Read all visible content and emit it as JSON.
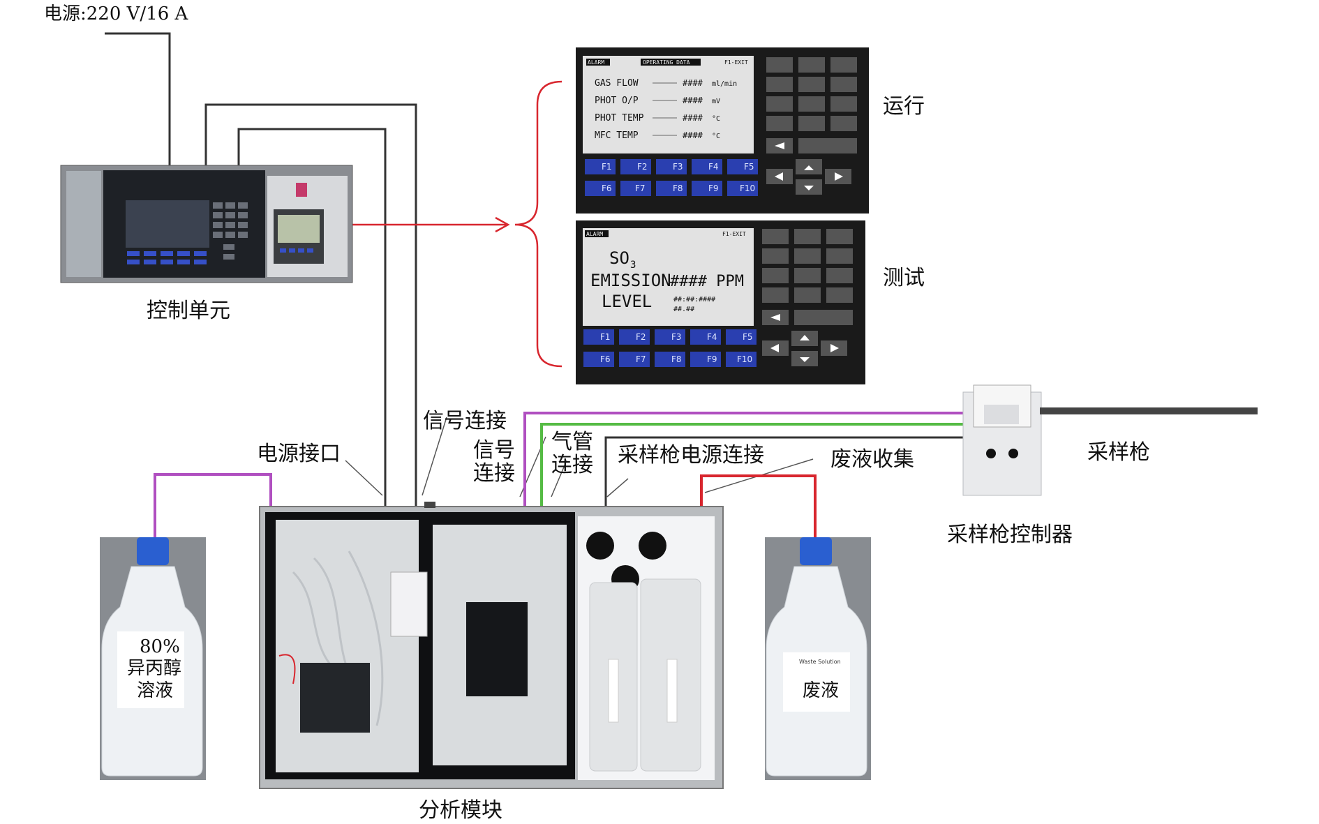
{
  "labels": {
    "power_supply": "电源:220 V/16 A",
    "control_unit": "控制单元",
    "run": "运行",
    "test": "测试",
    "signal_connection_1": "信号连接",
    "signal_connection_2_line1": "信号",
    "signal_connection_2_line2": "连接",
    "power_port": "电源接口",
    "gas_tube_line1": "气管",
    "gas_tube_line2": "连接",
    "probe_power": "采样枪电源连接",
    "waste_collection": "废液收集",
    "sampling_probe": "采样枪",
    "probe_controller": "采样枪控制器",
    "analysis_module": "分析模块",
    "ipa_line1": "80%",
    "ipa_line2": "异丙醇",
    "ipa_line3": "溶液",
    "waste_liquid": "废液",
    "waste_tag": "Waste Solution"
  },
  "screen_run": {
    "alarm": "ALARM",
    "header": "OPERATING DATA",
    "exit": "F1-EXIT",
    "rows": [
      {
        "name": "GAS FLOW",
        "value": "####",
        "unit": "ml/min"
      },
      {
        "name": "PHOT O/P",
        "value": "####",
        "unit": "mV"
      },
      {
        "name": "PHOT TEMP",
        "value": "####",
        "unit": "°C"
      },
      {
        "name": "MFC TEMP",
        "value": "####",
        "unit": "°C"
      }
    ]
  },
  "screen_test": {
    "alarm": "ALARM",
    "exit": "F1-EXIT",
    "line1": "SO",
    "line1_sub": "3",
    "line2": "EMISSION",
    "line3": "LEVEL",
    "value": "#### PPM",
    "time": "##:##:####",
    "time2": "##.##"
  },
  "function_keys": [
    "F1",
    "F2",
    "F3",
    "F4",
    "F5",
    "F6",
    "F7",
    "F8",
    "F9",
    "F10"
  ],
  "colors": {
    "red": "#d8262e",
    "purple": "#b04fc0",
    "green": "#55bb44",
    "panel": "#1a1a1a",
    "key_blue": "#2a3fb0",
    "bottle_cap": "#2a5fd0"
  }
}
